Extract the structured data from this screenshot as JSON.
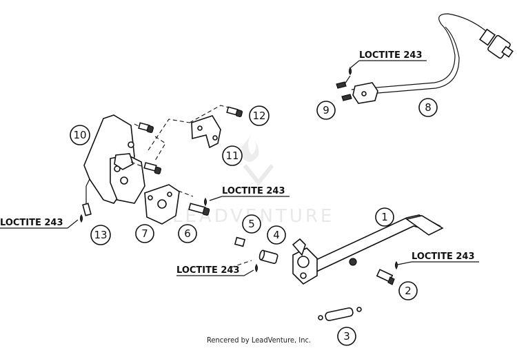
{
  "diagram": {
    "callouts": [
      {
        "id": "c1",
        "label": "1"
      },
      {
        "id": "c2",
        "label": "2"
      },
      {
        "id": "c3",
        "label": "3"
      },
      {
        "id": "c4",
        "label": "4"
      },
      {
        "id": "c5",
        "label": "5"
      },
      {
        "id": "c6",
        "label": "6"
      },
      {
        "id": "c7",
        "label": "7"
      },
      {
        "id": "c8",
        "label": "8"
      },
      {
        "id": "c9",
        "label": "9"
      },
      {
        "id": "c10",
        "label": "10"
      },
      {
        "id": "c11",
        "label": "11"
      },
      {
        "id": "c12",
        "label": "12"
      },
      {
        "id": "c13",
        "label": "13"
      }
    ],
    "loctite_labels": [
      "LOCTITE 243",
      "LOCTITE 243",
      "LOCTITE 243",
      "LOCTITE 243",
      "LOCTITE 243"
    ],
    "watermark": "LEADVENTURE",
    "footer": "Rencered by LeadVenture, Inc."
  }
}
